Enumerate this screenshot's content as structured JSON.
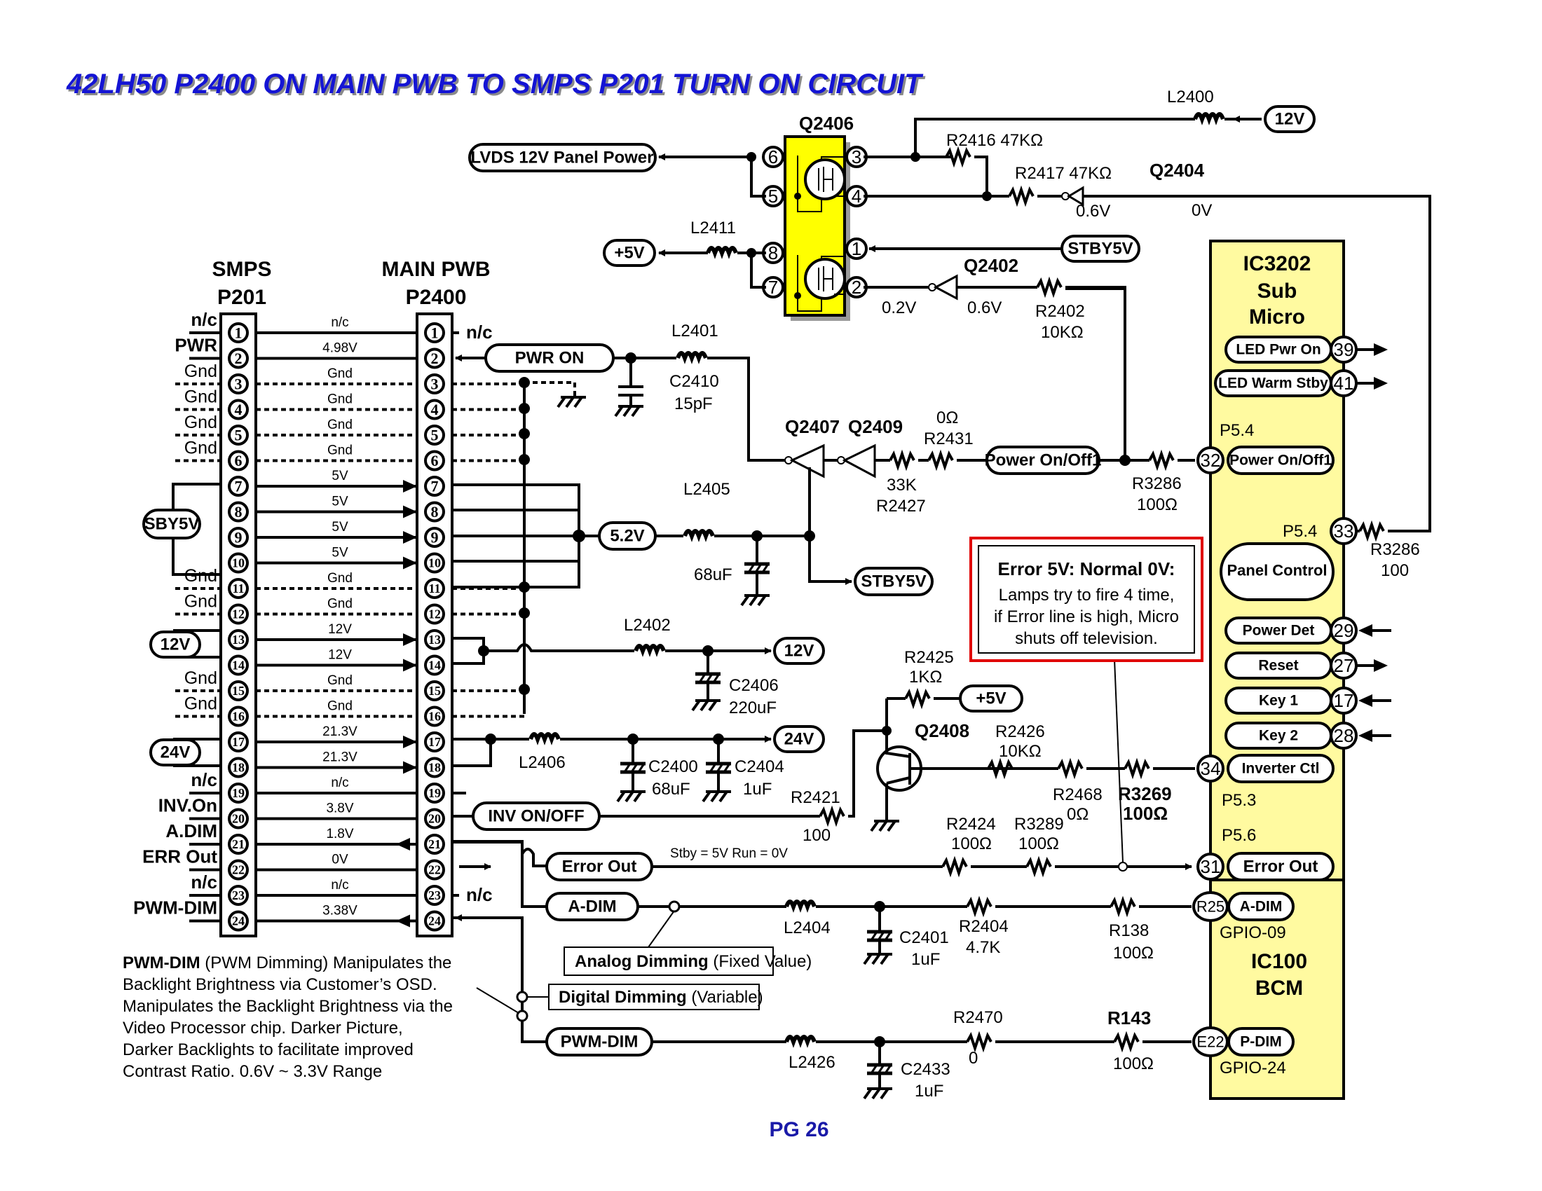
{
  "title": "42LH50 P2400 ON MAIN PWB TO SMPS P201 TURN ON CIRCUIT",
  "page_label": "PG 26",
  "colors": {
    "title": "#1414d4",
    "page_label": "#1a1aa8",
    "ic_fill": "#fffaa0",
    "mosfet_fill": "#ffff00",
    "error_box_border": "#e00000"
  },
  "connectors": {
    "smps": {
      "header": "SMPS",
      "ref": "P201"
    },
    "main": {
      "header": "MAIN PWB",
      "ref": "P2400"
    }
  },
  "pins": [
    {
      "num": "1",
      "smps_label": "n/c",
      "wire_label": "n/c",
      "main_label": "n/c"
    },
    {
      "num": "2",
      "smps_label": "PWR",
      "wire_label": "4.98V",
      "main_label": ""
    },
    {
      "num": "3",
      "smps_label": "Gnd",
      "wire_label": "Gnd",
      "main_label": ""
    },
    {
      "num": "4",
      "smps_label": "Gnd",
      "wire_label": "Gnd",
      "main_label": ""
    },
    {
      "num": "5",
      "smps_label": "Gnd",
      "wire_label": "Gnd",
      "main_label": ""
    },
    {
      "num": "6",
      "smps_label": "Gnd",
      "wire_label": "Gnd",
      "main_label": ""
    },
    {
      "num": "7",
      "smps_label": "",
      "wire_label": "5V",
      "main_label": ""
    },
    {
      "num": "8",
      "smps_label": "",
      "wire_label": "5V",
      "main_label": ""
    },
    {
      "num": "9",
      "smps_label": "",
      "wire_label": "5V",
      "main_label": ""
    },
    {
      "num": "10",
      "smps_label": "",
      "wire_label": "5V",
      "main_label": ""
    },
    {
      "num": "11",
      "smps_label": "Gnd",
      "wire_label": "Gnd",
      "main_label": ""
    },
    {
      "num": "12",
      "smps_label": "Gnd",
      "wire_label": "Gnd",
      "main_label": ""
    },
    {
      "num": "13",
      "smps_label": "",
      "wire_label": "12V",
      "main_label": ""
    },
    {
      "num": "14",
      "smps_label": "",
      "wire_label": "12V",
      "main_label": ""
    },
    {
      "num": "15",
      "smps_label": "Gnd",
      "wire_label": "Gnd",
      "main_label": ""
    },
    {
      "num": "16",
      "smps_label": "Gnd",
      "wire_label": "Gnd",
      "main_label": ""
    },
    {
      "num": "17",
      "smps_label": "",
      "wire_label": "21.3V",
      "main_label": ""
    },
    {
      "num": "18",
      "smps_label": "",
      "wire_label": "21.3V",
      "main_label": ""
    },
    {
      "num": "19",
      "smps_label": "n/c",
      "wire_label": "n/c",
      "main_label": ""
    },
    {
      "num": "20",
      "smps_label": "INV.On",
      "wire_label": "3.8V",
      "main_label": ""
    },
    {
      "num": "21",
      "smps_label": "A.DIM",
      "wire_label": "1.8V",
      "main_label": ""
    },
    {
      "num": "22",
      "smps_label": "ERR Out",
      "wire_label": "0V",
      "main_label": ""
    },
    {
      "num": "23",
      "smps_label": "n/c",
      "wire_label": "n/c",
      "main_label": "n/c"
    },
    {
      "num": "24",
      "smps_label": "PWM-DIM",
      "wire_label": "3.38V",
      "main_label": ""
    }
  ],
  "smps_side_tags": {
    "sby5v": "SBY5V",
    "v12": "12V",
    "v24": "24V"
  },
  "q2406": {
    "ref": "Q2406",
    "pins": [
      "6",
      "5",
      "8",
      "7",
      "3",
      "4",
      "1",
      "2"
    ],
    "lvds_tag": "LVDS 12V Panel Power",
    "plus5v_tag": "+5V",
    "l2411": "L2411",
    "l2400": "L2400",
    "v12_tag": "12V",
    "r2416": "R2416 47KΩ",
    "r2417": "R2417 47KΩ",
    "q2404": "Q2404",
    "q2404_in_v": "0.6V",
    "q2404_out_v": "0V",
    "stby5v_tag": "STBY5V",
    "q2402": "Q2402",
    "q2402_out_v": "0.2V",
    "q2402_in_v": "0.6V",
    "r2402_ref": "R2402",
    "r2402_val": "10KΩ"
  },
  "power_on": {
    "pwr_on_tag": "PWR ON",
    "l2401": "L2401",
    "c2410_ref": "C2410",
    "c2410_val": "15pF",
    "q2407": "Q2407",
    "q2409": "Q2409",
    "r2431_val": "0Ω",
    "r2431_ref": "R2431",
    "r2427_val": "33K",
    "r2427_ref": "R2427",
    "power_onoff_tag": "Power On/Off1",
    "r3286_ref": "R3286",
    "r3286_val": "100Ω"
  },
  "stby_5v": {
    "tag": "5.2V",
    "l2405": "L2405",
    "cap_val": "68uF",
    "out_tag": "STBY5V"
  },
  "rail_12v": {
    "l2402": "L2402",
    "c2406_ref": "C2406",
    "c2406_val": "220uF",
    "out_tag": "12V"
  },
  "rail_24v": {
    "l2406": "L2406",
    "c2400_ref": "C2400",
    "c2400_val": "68uF",
    "c2404_ref": "C2404",
    "c2404_val": "1uF",
    "out_tag": "24V"
  },
  "inverter": {
    "inv_tag": "INV ON/OFF",
    "r2421_ref": "R2421",
    "r2421_val": "100",
    "r2425_ref": "R2425",
    "r2425_val": "1KΩ",
    "plus5v_tag": "+5V",
    "q2408": "Q2408",
    "r2426_ref": "R2426",
    "r2426_val": "10KΩ",
    "r2468_ref": "R2468",
    "r2468_val": "0Ω",
    "r3269_ref": "R3269",
    "r3269_val": "100Ω"
  },
  "error_out": {
    "tag": "Error Out",
    "note": "Stby = 5V Run = 0V",
    "r2424_ref": "R2424",
    "r2424_val": "100Ω",
    "r3289_ref": "R3289",
    "r3289_val": "100Ω"
  },
  "error_box": {
    "heading": "Error 5V: Normal 0V:",
    "lines": [
      "Lamps try to fire 4 time,",
      "if Error line is high, Micro",
      "shuts off television."
    ]
  },
  "adim": {
    "tag": "A-DIM",
    "l2404": "L2404",
    "c2401_ref": "C2401",
    "c2401_val": "1uF",
    "r2404_ref": "R2404",
    "r2404_val": "4.7K",
    "r138_ref": "R138",
    "r138_val": "100Ω",
    "analog_bold": "Analog Dimming",
    "analog_rest": " (Fixed Value)",
    "digital_bold": "Digital Dimming",
    "digital_rest": " (Variable)"
  },
  "pwmdim": {
    "tag": "PWM-DIM",
    "l2426": "L2426",
    "c2433_ref": "C2433",
    "c2433_val": "1uF",
    "r2470_ref": "R2470",
    "r2470_val": "0",
    "r143_ref": "R143",
    "r143_val": "100Ω"
  },
  "ic3202": {
    "title_lines": [
      "IC3202",
      "Sub",
      "Micro"
    ],
    "pins": [
      {
        "num": "39",
        "label": "LED Pwr On",
        "dir": "out"
      },
      {
        "num": "41",
        "label": "LED Warm Stby",
        "dir": "out"
      },
      {
        "num": "32",
        "label": "Power On/Off1",
        "port": "P5.4"
      },
      {
        "num": "33",
        "label": "Panel Control",
        "port": "P5.4"
      },
      {
        "num": "29",
        "label": "Power Det",
        "dir": "in"
      },
      {
        "num": "27",
        "label": "Reset",
        "dir": "out"
      },
      {
        "num": "17",
        "label": "Key 1",
        "dir": "in"
      },
      {
        "num": "28",
        "label": "Key 2",
        "dir": "in"
      },
      {
        "num": "34",
        "label": "Inverter Ctl",
        "port": "P5.3"
      },
      {
        "num": "31",
        "label": "Error Out",
        "port": "P5.6"
      }
    ],
    "r3286_ref": "R3286",
    "r3286_val": "100"
  },
  "ic100": {
    "title_lines": [
      "IC100",
      "BCM"
    ],
    "pins": [
      {
        "num": "R25",
        "label": "A-DIM",
        "gpio": "GPIO-09"
      },
      {
        "num": "E22",
        "label": "P-DIM",
        "gpio": "GPIO-24"
      }
    ]
  },
  "pwm_note": {
    "bold": "PWM-DIM",
    "first_rest": " (PWM Dimming) Manipulates the",
    "lines": [
      "Backlight Brightness via Customer’s OSD.",
      "Manipulates the Backlight Brightness via the",
      "Video Processor chip. Darker Picture,",
      "Darker Backlights to facilitate improved",
      "Contrast Ratio. 0.6V ~ 3.3V Range"
    ]
  }
}
